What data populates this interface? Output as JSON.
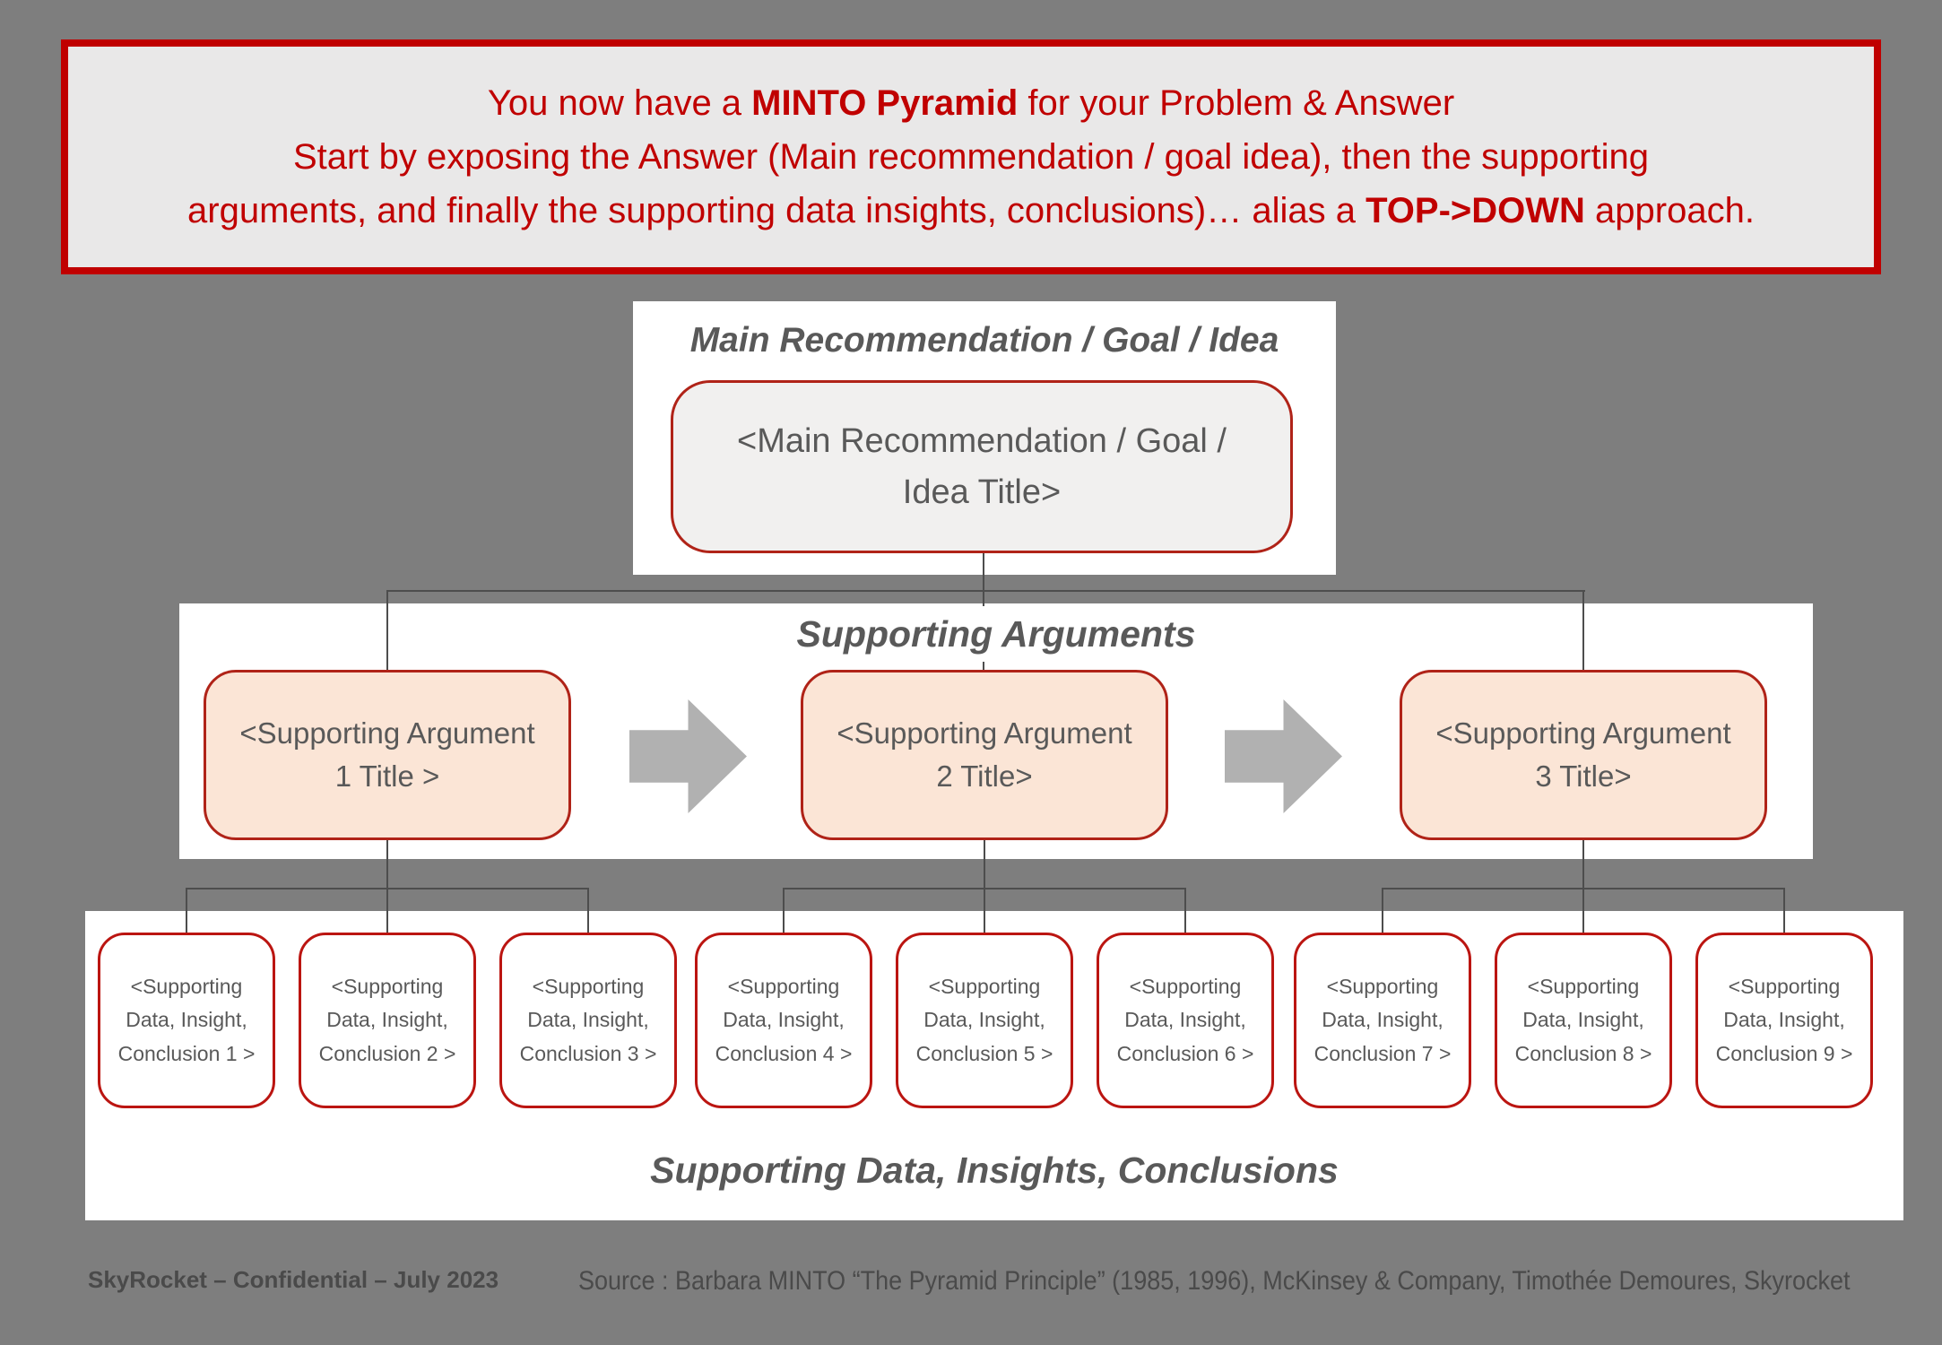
{
  "banner": {
    "line1_pre": "You now have a ",
    "line1_bold": "MINTO Pyramid",
    "line1_post": " for your Problem & Answer",
    "line2": "Start by exposing the Answer (Main recommendation / goal idea), then the supporting",
    "line3_pre": "arguments, and finally the supporting data insights, conclusions)… alias a ",
    "line3_bold": "TOP->DOWN",
    "line3_post": " approach."
  },
  "main_section": {
    "header": "Main Recommendation / Goal / Idea",
    "box": "<Main Recommendation / Goal / Idea Title>"
  },
  "arguments_section": {
    "header": "Supporting Arguments",
    "boxes": [
      "<Supporting Argument 1 Title >",
      "<Supporting Argument 2 Title>",
      "<Supporting Argument 3 Title>"
    ]
  },
  "data_section": {
    "caption": "Supporting Data, Insights, Conclusions",
    "boxes": [
      "<Supporting Data, Insight, Conclusion 1 >",
      "<Supporting Data, Insight, Conclusion 2 >",
      "<Supporting Data, Insight, Conclusion 3 >",
      "<Supporting Data, Insight, Conclusion 4 >",
      "<Supporting Data, Insight, Conclusion 5 >",
      "<Supporting Data, Insight, Conclusion 6 >",
      "<Supporting Data, Insight, Conclusion 7 >",
      "<Supporting Data, Insight, Conclusion 8 >",
      "<Supporting Data, Insight, Conclusion 9 >"
    ]
  },
  "footer": {
    "left": "SkyRocket – Confidential – July 2023",
    "right": "Source : Barbara MINTO “The Pyramid Principle” (1985, 1996), McKinsey & Company, Timothée Demoures, Skyrocket"
  },
  "colors": {
    "background": "#7e7e7e",
    "accent_red": "#c00000",
    "box_border_red": "#b02318",
    "child_border_red": "#bb1511",
    "peach_fill": "#fbe5d6",
    "main_box_fill": "#f1f0ef",
    "gray_text": "#595959",
    "connector_gray": "#4d4d4d",
    "arrow_gray": "#b1b1b1"
  }
}
